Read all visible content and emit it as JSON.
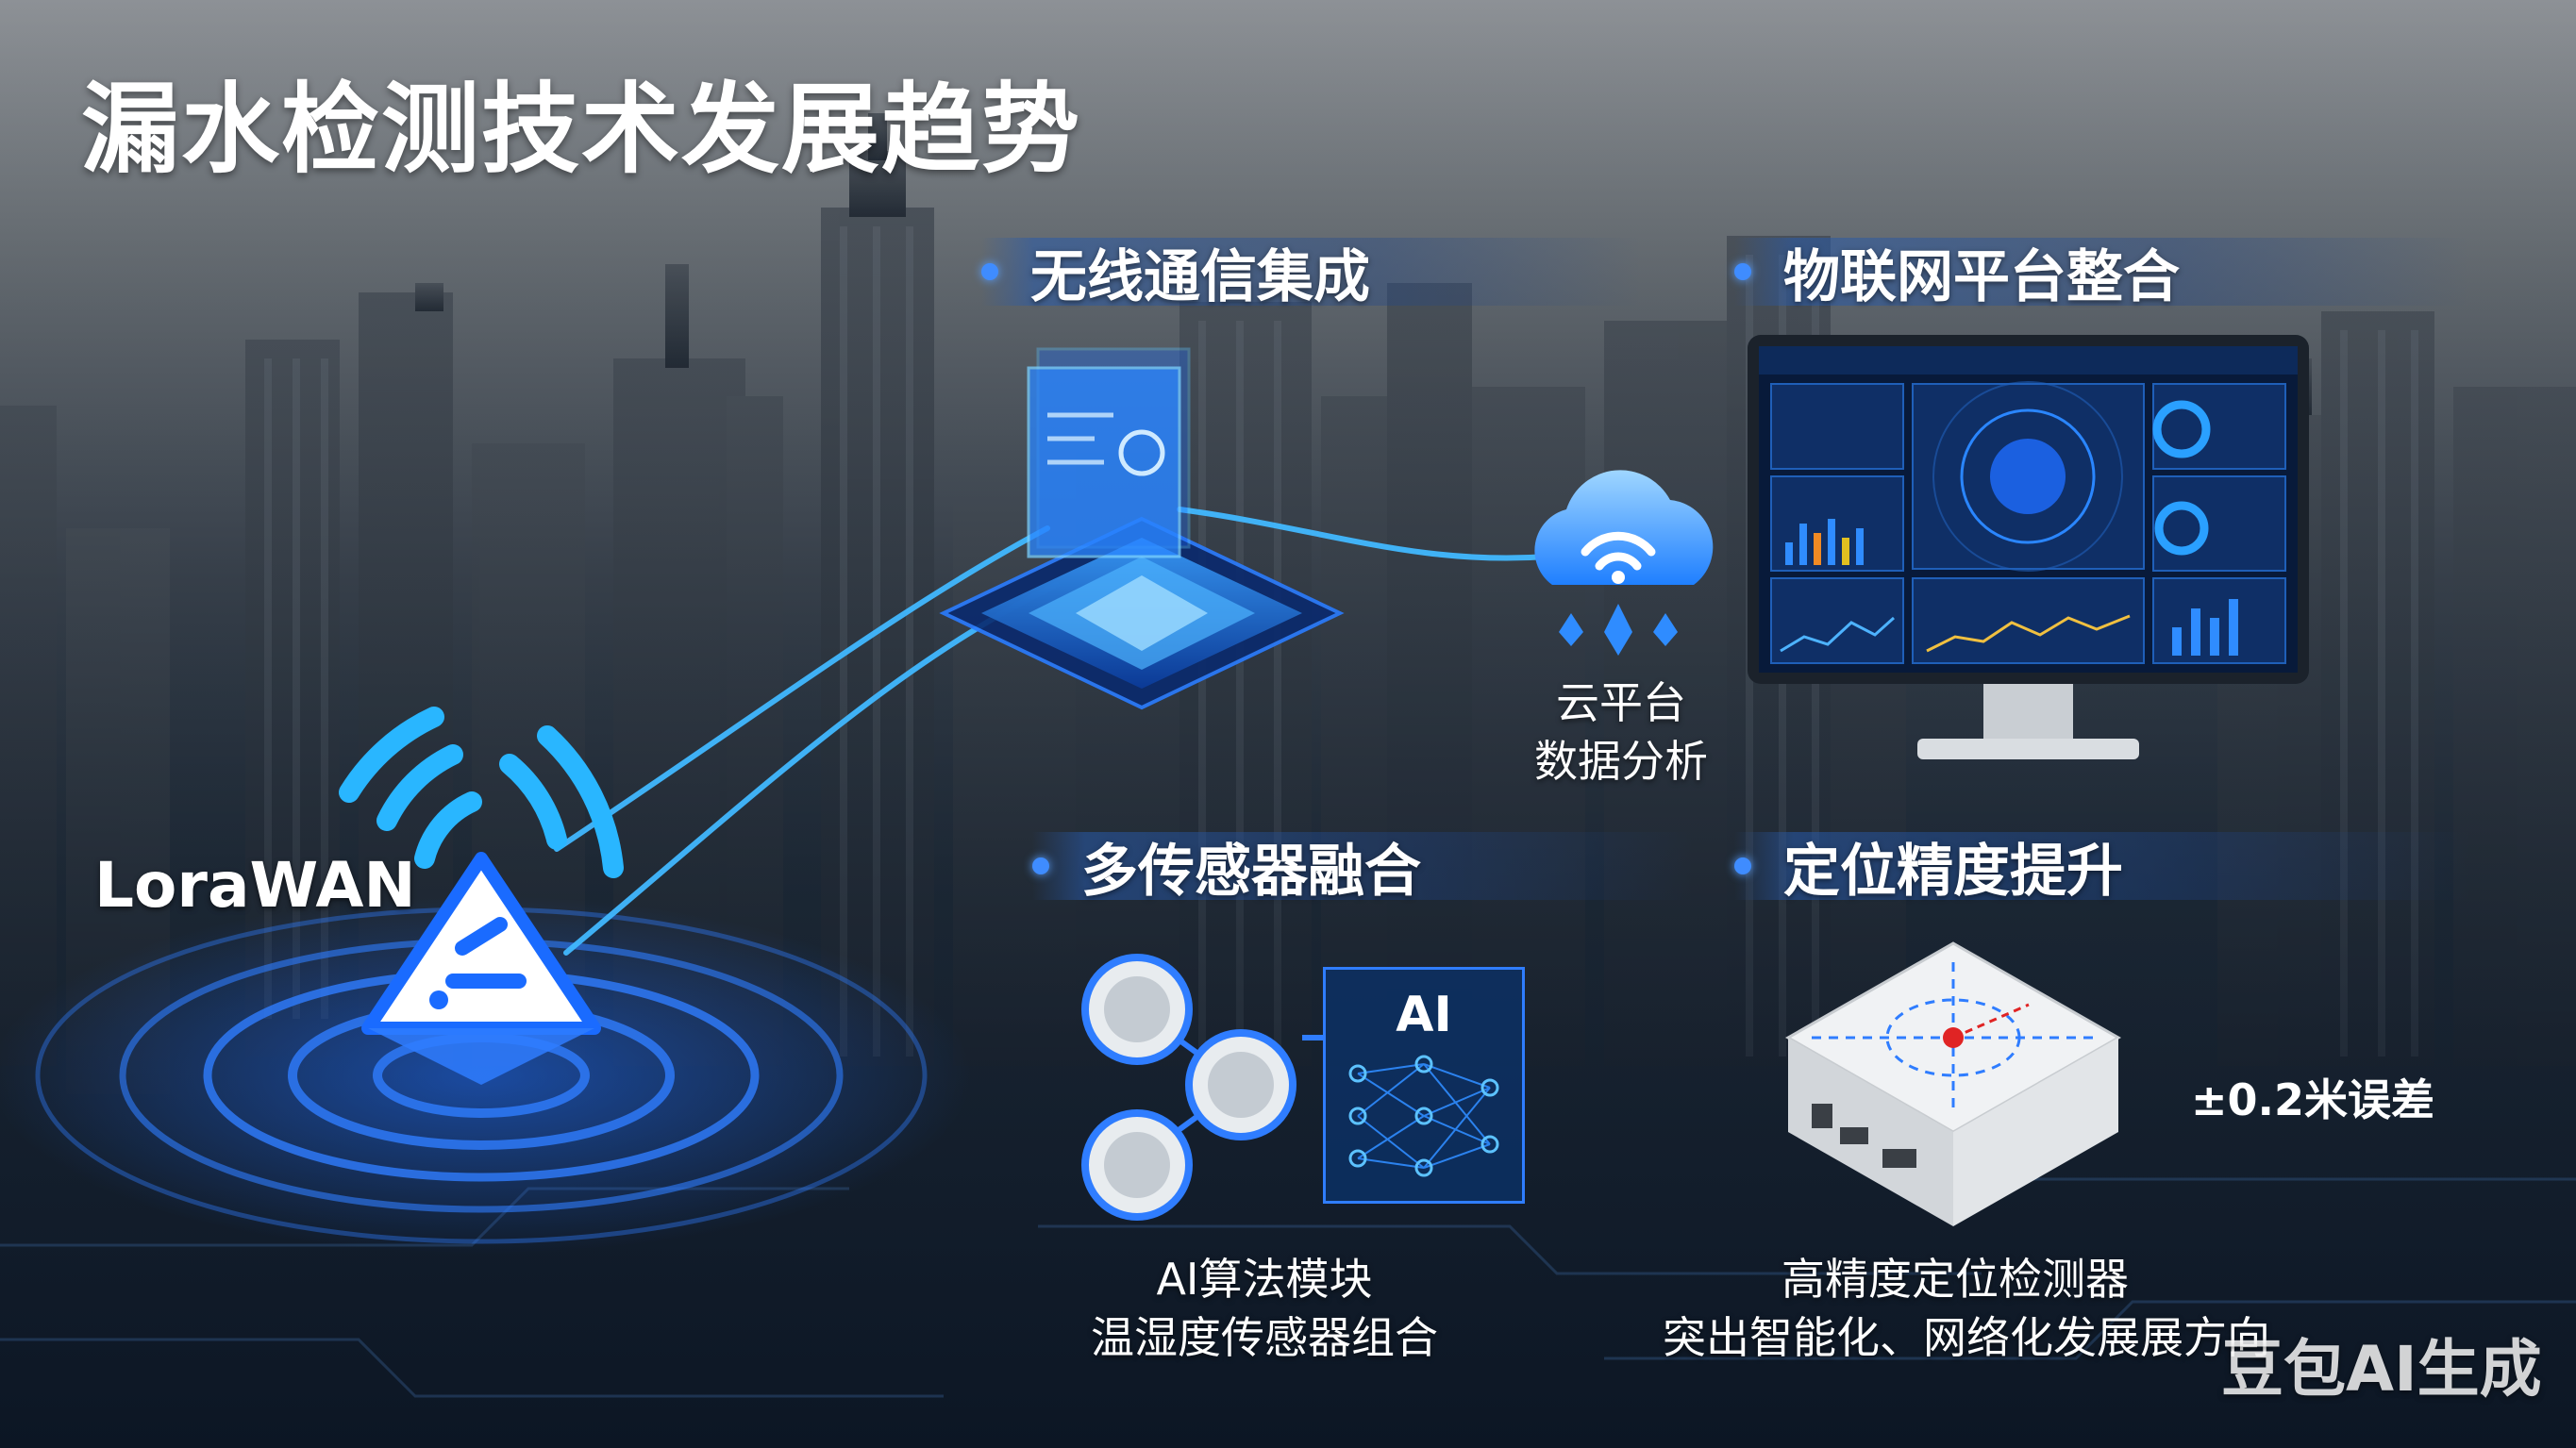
{
  "title": "漏水检测技术发展趋势",
  "sections": {
    "wireless": {
      "heading": "无线通信集成"
    },
    "iot": {
      "heading": "物联网平台整合"
    },
    "sensor": {
      "heading": "多传感器融合"
    },
    "location": {
      "heading": "定位精度提升"
    }
  },
  "lorawan": {
    "label": "LoraWAN"
  },
  "cloud": {
    "line1": "云平台",
    "line2": "数据分析"
  },
  "ai_module": {
    "badge": "AI",
    "caption1": "AI算法模块",
    "caption2": "温湿度传感器组合"
  },
  "detector": {
    "accuracy": "±0.2米误差",
    "caption1": "高精度定位检测器",
    "caption2": "突出智能化、网络化发展展方向"
  },
  "watermark": "豆包AI生成",
  "colors": {
    "accent": "#2f8cff",
    "glow": "#41b8ff",
    "heading_dot": "#3f8cff"
  },
  "icons": [
    "wifi-signal-icon",
    "warning-triangle-icon",
    "cloud-icon",
    "chip-icon",
    "monitor-icon",
    "sensor-disc-icon",
    "neural-network-icon",
    "detector-box-icon"
  ]
}
